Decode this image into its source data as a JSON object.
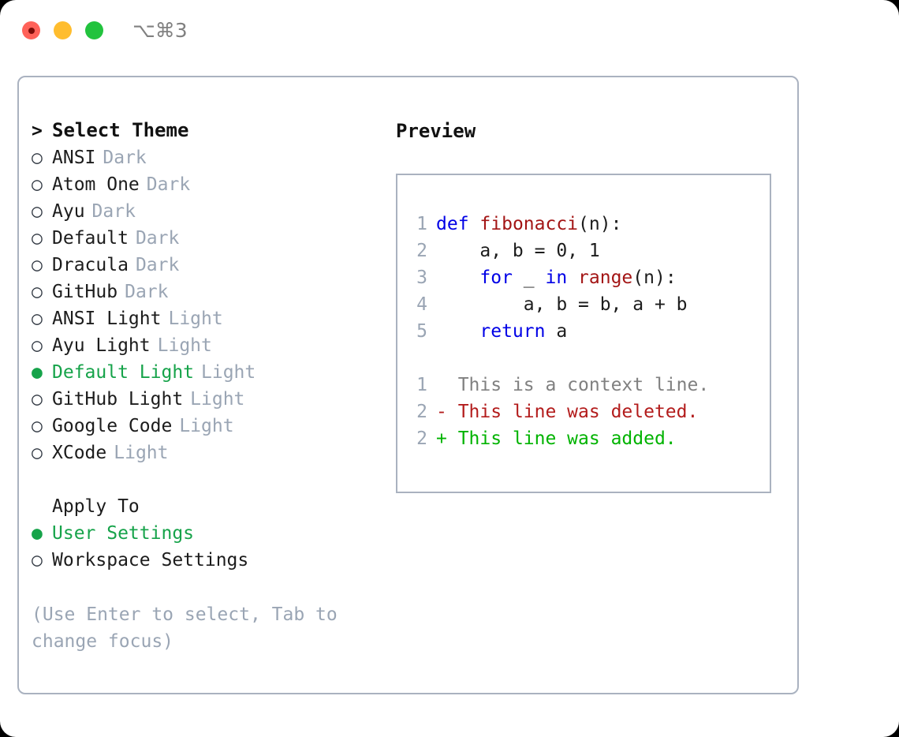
{
  "titlebar": {
    "shortcut": "⌥⌘3",
    "buttons": {
      "close": "close-window",
      "minimize": "minimize-window",
      "maximize": "maximize-window"
    }
  },
  "theme_picker": {
    "header_marker": ">",
    "header": "Select Theme",
    "marker_selected": "●",
    "marker_unselected": "○",
    "items": [
      {
        "name": "ANSI",
        "tag": "Dark",
        "selected": false
      },
      {
        "name": "Atom One",
        "tag": "Dark",
        "selected": false
      },
      {
        "name": "Ayu",
        "tag": "Dark",
        "selected": false
      },
      {
        "name": "Default",
        "tag": "Dark",
        "selected": false
      },
      {
        "name": "Dracula",
        "tag": "Dark",
        "selected": false
      },
      {
        "name": "GitHub",
        "tag": "Dark",
        "selected": false
      },
      {
        "name": "ANSI Light",
        "tag": "Light",
        "selected": false
      },
      {
        "name": "Ayu Light",
        "tag": "Light",
        "selected": false
      },
      {
        "name": "Default Light",
        "tag": "Light",
        "selected": true
      },
      {
        "name": "GitHub Light",
        "tag": "Light",
        "selected": false
      },
      {
        "name": "Google Code",
        "tag": "Light",
        "selected": false
      },
      {
        "name": "XCode",
        "tag": "Light",
        "selected": false
      }
    ]
  },
  "apply_to": {
    "header": "Apply To",
    "items": [
      {
        "name": "User Settings",
        "selected": true
      },
      {
        "name": "Workspace Settings",
        "selected": false
      }
    ]
  },
  "hint": "(Use Enter to select, Tab to change focus)",
  "preview": {
    "title": "Preview",
    "code_lines": [
      {
        "num": "1",
        "tokens": [
          {
            "t": "def",
            "c": "kw"
          },
          {
            "t": " ",
            "c": "plain"
          },
          {
            "t": "fibonacci",
            "c": "fn"
          },
          {
            "t": "(n):",
            "c": "plain"
          }
        ]
      },
      {
        "num": "2",
        "tokens": [
          {
            "t": "    a, b = 0, 1",
            "c": "plain"
          }
        ]
      },
      {
        "num": "3",
        "tokens": [
          {
            "t": "    ",
            "c": "plain"
          },
          {
            "t": "for",
            "c": "kw"
          },
          {
            "t": " _ ",
            "c": "plain"
          },
          {
            "t": "in",
            "c": "kw"
          },
          {
            "t": " ",
            "c": "plain"
          },
          {
            "t": "range",
            "c": "fn"
          },
          {
            "t": "(n):",
            "c": "plain"
          }
        ]
      },
      {
        "num": "4",
        "tokens": [
          {
            "t": "        a, b = b, a + b",
            "c": "plain"
          }
        ]
      },
      {
        "num": "5",
        "tokens": [
          {
            "t": "    ",
            "c": "plain"
          },
          {
            "t": "return",
            "c": "kw"
          },
          {
            "t": " a",
            "c": "plain"
          }
        ]
      }
    ],
    "diff_lines": [
      {
        "num": "1",
        "sign": "  ",
        "text": "This is a context line.",
        "kind": "ctx"
      },
      {
        "num": "2",
        "sign": "- ",
        "text": "This line was deleted.",
        "kind": "del"
      },
      {
        "num": "2",
        "sign": "+ ",
        "text": "This line was added.",
        "kind": "add"
      }
    ]
  },
  "colors": {
    "accent_green": "#16a34a",
    "muted": "#9aa5b4",
    "border": "#aab2c0",
    "keyword": "#0000e6",
    "function": "#a31515",
    "diff_add": "#00b300",
    "diff_del": "#b31c1c",
    "traffic_red": "#ff6259",
    "traffic_yellow": "#ffbd2e",
    "traffic_green": "#22c33e"
  }
}
